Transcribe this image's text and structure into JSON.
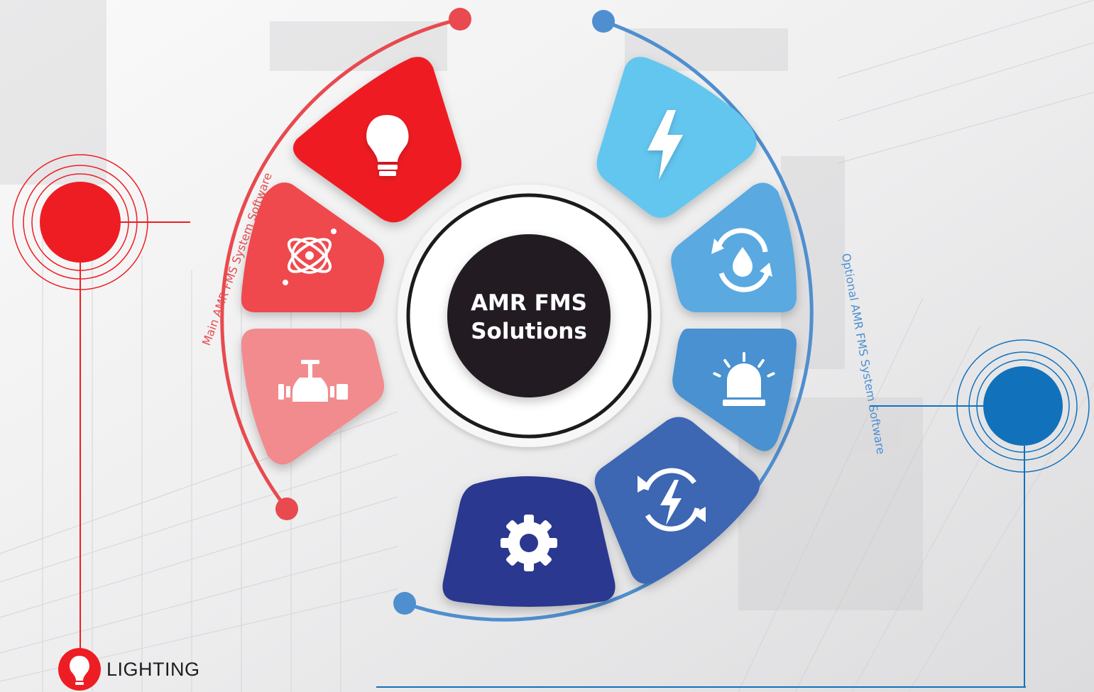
{
  "center": {
    "line1": "AMR FMS",
    "line2": "Solutions"
  },
  "main_arc_label": "Main AMR FMS System Software",
  "optional_arc_label": "Optional AMR FMS System Software",
  "legend": {
    "label": "LIGHTING",
    "icon": "lightbulb-icon"
  },
  "colors": {
    "main_red": "#ee1d23",
    "main_red_mid": "#ef4a4d",
    "main_red_light": "#f28b8e",
    "opt_blue_light": "#63c6ef",
    "opt_blue_mid": "#5aa9e0",
    "opt_blue": "#4891d0",
    "opt_blue_dark": "#3d66b3",
    "opt_navy": "#2c3890",
    "arc_red": "#e84a4f",
    "arc_blue": "#4f8fcf",
    "node_red": "#ee1d23",
    "node_blue": "#1271bb",
    "center_fill": "#231f20"
  },
  "segments": [
    {
      "group": "main",
      "icon": "lightbulb-icon"
    },
    {
      "group": "main",
      "icon": "atom-icon"
    },
    {
      "group": "main",
      "icon": "valve-icon"
    },
    {
      "group": "optional",
      "icon": "lightning-icon"
    },
    {
      "group": "optional",
      "icon": "water-recycle-icon"
    },
    {
      "group": "optional",
      "icon": "alarm-siren-icon"
    },
    {
      "group": "optional",
      "icon": "energy-recycle-icon"
    },
    {
      "group": "optional",
      "icon": "gear-icon"
    }
  ]
}
